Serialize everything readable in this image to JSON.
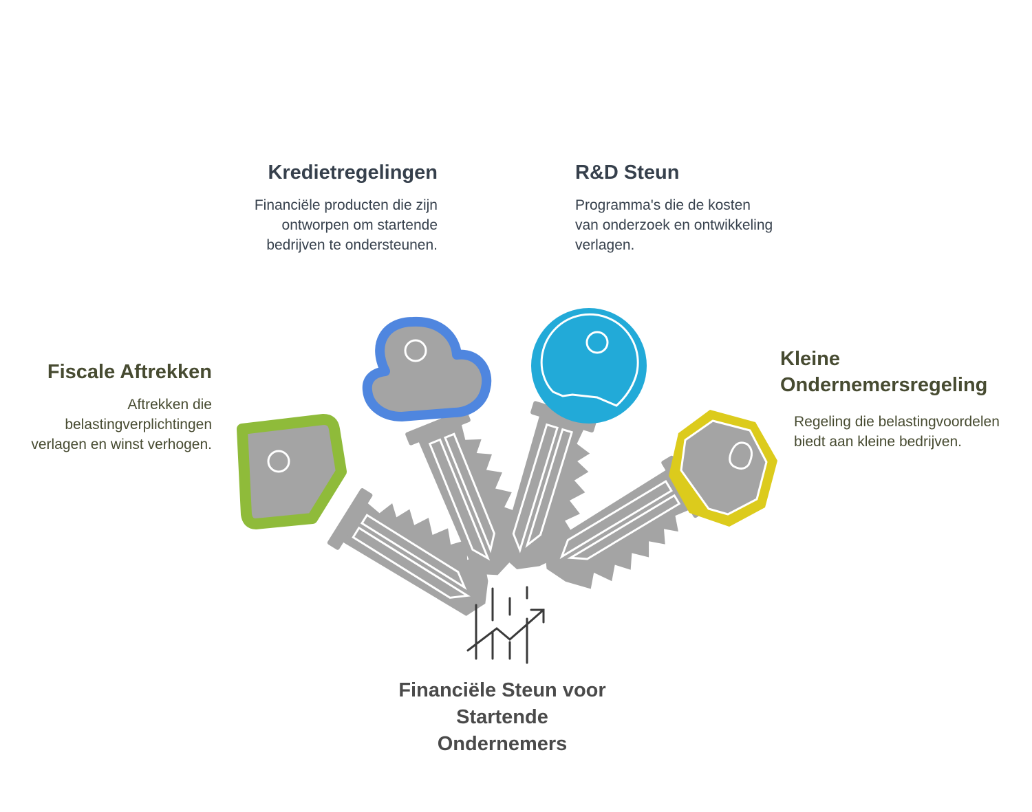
{
  "center": {
    "title": "Financiële Steun voor Startende Ondernemers",
    "icon": "growth-chart-icon"
  },
  "items": {
    "krediet": {
      "title": "Kredietregelingen",
      "description": "Financiële producten die zijn ontworpen om startende bedrijven te ondersteunen.",
      "color": "#4f86df",
      "icon": "cloud-key-icon"
    },
    "rd": {
      "title": "R&D Steun",
      "description": "Programma's die de kosten van onderzoek en ontwikkeling verlagen.",
      "color": "#22aad8",
      "icon": "round-key-icon"
    },
    "fiscaal": {
      "title": "Fiscale Aftrekken",
      "description": "Aftrekken die belastingverplichtingen verlagen en winst verhogen.",
      "color": "#8fbb3a",
      "icon": "pentagon-key-icon"
    },
    "klein": {
      "title": "Kleine Ondernemersregeling",
      "description": "Regeling die belastingvoordelen biedt aan kleine bedrijven.",
      "color": "#dccb1c",
      "icon": "hexagon-key-icon"
    }
  },
  "colors": {
    "key_metal": "#a4a4a4",
    "title_slate": "#36404c",
    "title_olive": "#474b31"
  }
}
